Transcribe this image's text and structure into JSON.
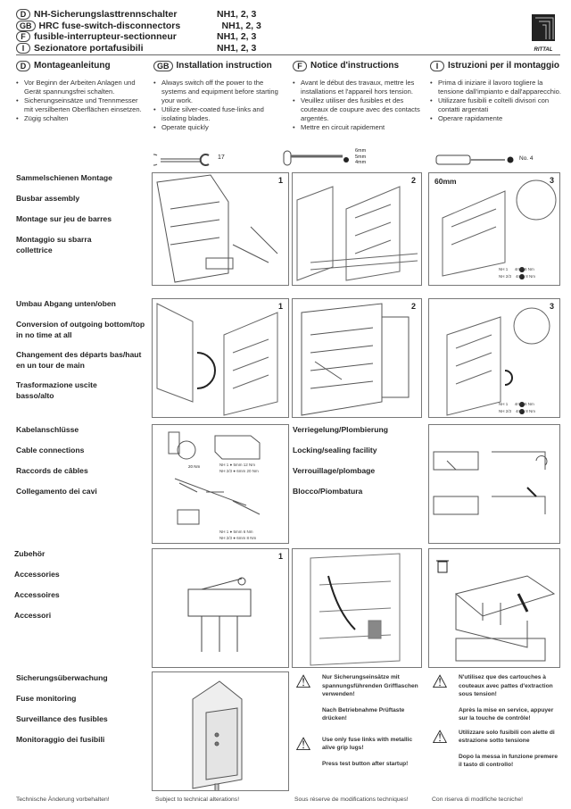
{
  "header": {
    "titles": [
      {
        "lang": "D",
        "text": "NH-Sicherungslasttrennschalter",
        "nh": "NH1, 2, 3"
      },
      {
        "lang": "GB",
        "text": "HRC fuse-switch-disconnectors",
        "nh": "NH1, 2, 3"
      },
      {
        "lang": "F",
        "text": "fusible-interrupteur-sectionneur",
        "nh": "NH1, 2, 3"
      },
      {
        "lang": "I",
        "text": "Sezionatore portafusibili",
        "nh": "NH1, 2, 3"
      }
    ],
    "logo": "RITTAL"
  },
  "sections": [
    {
      "lang": "D",
      "title": "Montageanleitung",
      "bullets": [
        "Vor Beginn der Arbeiten Anlagen und Gerät spannungsfrei schalten.",
        "Sicherungseinsätze und Trennmesser mit versilberten Oberflächen einsetzen.",
        "Zügig schalten"
      ]
    },
    {
      "lang": "GB",
      "title": "Installation instruction",
      "bullets": [
        "Always switch off the power to the systems and equipment before starting your work.",
        "Utilize silver-coated fuse-links and isolating blades.",
        "Operate quickly"
      ]
    },
    {
      "lang": "F",
      "title": "Notice d'instructions",
      "bullets": [
        "Avant le début des travaux, mettre les installations et l'appareil hors tension.",
        "Veuillez utiliser des fusibles et des couteaux de coupure avec des contacts argentés.",
        "Mettre en circuit rapidement"
      ]
    },
    {
      "lang": "I",
      "title": "Istruzioni per il montaggio",
      "bullets": [
        "Prima di iniziare il lavoro togliere la tensione dall'impianto e dall'apparecchio.",
        "Utilizzare fusibili e coltelli divisori con contatti argentati",
        "Operare rapidamente"
      ]
    }
  ],
  "tools": {
    "wrench": "17",
    "allen": [
      "6mm",
      "5mm",
      "4mm"
    ],
    "screwdriver": "No. 4"
  },
  "rows": [
    {
      "labels": [
        "Sammelschienen Montage",
        "Busbar assembly",
        "Montage sur jeu de barres",
        "Montaggio su sbarra collettrice"
      ],
      "figs": [
        "1",
        "2",
        "3"
      ],
      "fig3_label": "60mm",
      "torque": [
        [
          "NH 1",
          "4mm 6 Nm"
        ],
        [
          "NH 2/3",
          "4mm 8 Nm"
        ]
      ]
    },
    {
      "labels": [
        "Umbau Abgang unten/oben",
        "Conversion of outgoing bottom/top in no time at all",
        "Changement des départs bas/haut en un tour de main",
        "Trasformazione uscite basso/alto"
      ],
      "figs": [
        "1",
        "2",
        "3"
      ],
      "torque": [
        [
          "NH 1",
          "4mm 6 Nm"
        ],
        [
          "NH 2/3",
          "4mm 8 Nm"
        ]
      ]
    },
    {
      "labels": [
        "Kabelanschlüsse",
        "Cable connections",
        "Raccords de câbles",
        "Collegamento dei cavi"
      ],
      "torque_a": "20 Nm",
      "torque_b": [
        [
          "NH 1",
          "5mm 12 Nm"
        ],
        [
          "NH 2/3",
          "6mm 20 Nm"
        ]
      ],
      "torque_c": [
        [
          "NH 1",
          "5mm 6 Nm"
        ],
        [
          "NH 2/3",
          "6mm 8 Nm"
        ]
      ],
      "locking": [
        "Verriegelung/Plombierung",
        "Locking/sealing facility",
        "Verrouillage/plombage",
        "Blocco/Piombatura"
      ]
    },
    {
      "labels": [
        "Zubehör",
        "Accessories",
        "Accessoires",
        "Accessori"
      ],
      "figs": [
        "1"
      ]
    },
    {
      "labels": [
        "Sicherungsüberwachung",
        "Fuse monitoring",
        "Surveillance des fusibles",
        "Monitoraggio dei fusibili"
      ],
      "warnings": {
        "de": [
          "Nur Sicherungseinsätze mit spannungsführenden Grifflaschen verwenden!",
          "Nach Betriebnahme Prüftaste drücken!"
        ],
        "en": [
          "Use only fuse links with metallic alive grip lugs!",
          "Press test button after startup!"
        ],
        "fr": [
          "N'utilisez que des cartouches à couteaux avec pattes d'extraction sous tension!",
          "Après la mise en service, appuyer sur la touche de contrôle!"
        ],
        "it": [
          "Utilizzare solo fusibili con alette di estrazione sotto tensione",
          "Dopo la messa in funzione premere il tasto di controllo!"
        ]
      }
    }
  ],
  "footer": [
    "Technische Änderung vorbehalten!",
    "Subject to technical alterations!",
    "Sous réserve de modifications techniques!",
    "Con riserva di modifiche tecniche!"
  ]
}
